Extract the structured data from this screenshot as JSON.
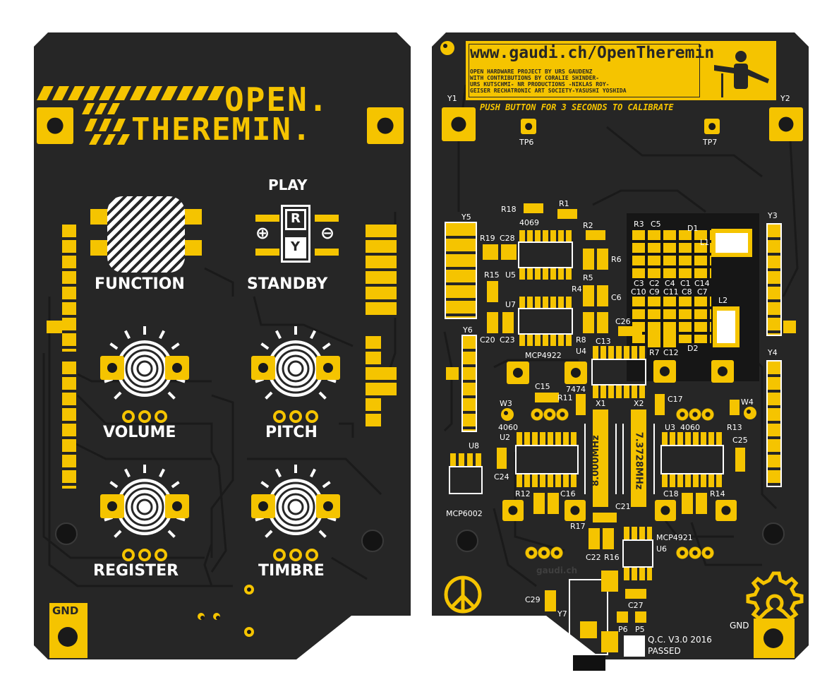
{
  "front": {
    "logo_line1": "OPEN.",
    "logo_line2": "THEREMIN.",
    "play_label": "PLAY",
    "standby_label": "STANDBY",
    "function_label": "FUNCTION",
    "plus_symbol": "⊕",
    "minus_symbol": "⊖",
    "switch_r": "R",
    "switch_y": "Y",
    "knobs": [
      "VOLUME",
      "PITCH",
      "REGISTER",
      "TIMBRE"
    ],
    "gnd_label": "GND"
  },
  "back": {
    "url": "www.gaudi.ch/OpenTheremin",
    "credits_line1": "OPEN HARDWARE PROJECT BY URS GAUDENZ",
    "credits_line2": "WITH CONTRIBUTIONS BY CORALIE SHINDER-",
    "credits_line3": "URS KUTSCHMI- NR PRODUCTIONS -NIKLAS ROY-",
    "credits_line4": "GEISER RECHATRONIC ART SOCIETY-YASUSHI YOSHIDA",
    "calibrate_note": "PUSH BUTTON FOR 3 SECONDS TO CALIBRATE",
    "qc_line1": "Q.C.  V3.0 2016",
    "qc_line2": "PASSED",
    "gaudi_small": "gaudi.ch",
    "gnd_label": "GND",
    "x1_freq": "8.000MHz",
    "x2_freq": "7.3728MHz",
    "labels": {
      "y1": "Y1",
      "y2": "Y2",
      "y3": "Y3",
      "y4": "Y4",
      "y5": "Y5",
      "y6": "Y6",
      "y7": "Y7",
      "tp6": "TP6",
      "tp7": "TP7",
      "r1": "R1",
      "r2": "R2",
      "r3": "R3",
      "r4": "R4",
      "r5": "R5",
      "r6": "R6",
      "r7": "R7",
      "r8": "R8",
      "r11": "R11",
      "r12": "R12",
      "r13": "R13",
      "r14": "R14",
      "r15": "R15",
      "r16": "R16",
      "r17": "R17",
      "r18": "R18",
      "r19": "R19",
      "c2": "C2",
      "c3": "C3",
      "c4": "C4",
      "c5": "C5",
      "c6": "C6",
      "c7": "C7",
      "c8": "C8",
      "c9": "C9",
      "c10": "C10",
      "c11": "C11",
      "c12": "C12",
      "c13": "C13",
      "c14": "C14",
      "c15": "C15",
      "c16": "C16",
      "c17": "C17",
      "c18": "C18",
      "c20": "C20",
      "c21": "C21",
      "c22": "C22",
      "c23": "C23",
      "c24": "C24",
      "c25": "C25",
      "c26": "C26",
      "c27": "C27",
      "c28": "C28",
      "c29": "C29",
      "c1": "C1",
      "d1": "D1",
      "d2": "D2",
      "l1": "L1",
      "l2": "L2",
      "u2": "U2",
      "u3": "U3",
      "u4": "U4",
      "u5": "U5",
      "u6": "U6",
      "u7": "U7",
      "u8": "U8",
      "ic4069": "4069",
      "ic4060a": "4060",
      "ic4060b": "4060",
      "ic7474": "7474",
      "mcp4922": "MCP4922",
      "mcp4921": "MCP4921",
      "mcp6002": "MCP6002",
      "w3": "W3",
      "w4": "W4",
      "x1": "X1",
      "x2": "X2",
      "p5": "P5",
      "p6": "P6"
    }
  },
  "colors": {
    "board": "#262626",
    "accent": "#f5c400",
    "silk": "#ffffff",
    "background": "#ffffff"
  },
  "icons": [
    "peace-icon",
    "open-hardware-gear-icon",
    "theremin-player-portrait"
  ]
}
